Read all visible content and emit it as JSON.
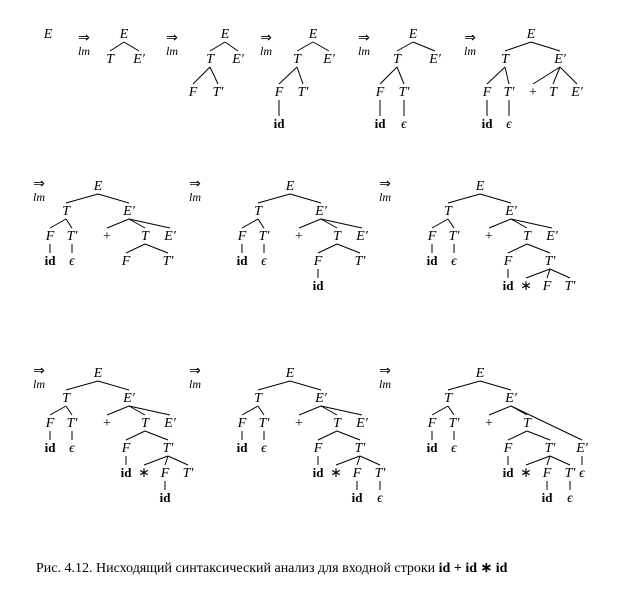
{
  "derivation": {
    "arrow": "⇒",
    "subscript": "lm"
  },
  "symbols": {
    "E": "E",
    "T": "T",
    "F": "F",
    "Ep": "E′",
    "Tp": "T′",
    "id": "id",
    "eps": "ϵ",
    "plus": "+",
    "star": "∗"
  },
  "caption": {
    "text": "Рис. 4.12. Нисходящий синтаксический анализ для входной строки ",
    "expression": "id + id ∗ id"
  }
}
